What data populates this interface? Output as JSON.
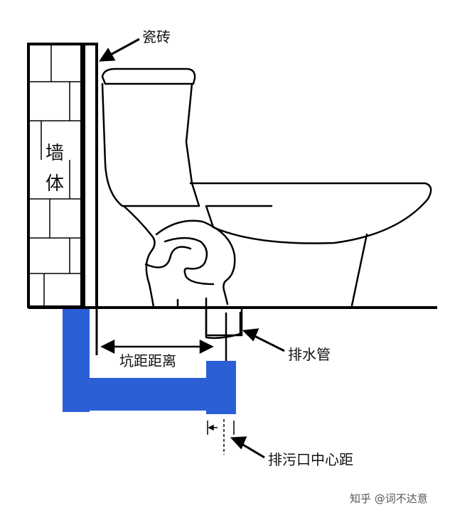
{
  "labels": {
    "tile": "瓷砖",
    "wall_line1": "墙",
    "wall_line2": "体",
    "pit_distance": "坑距距离",
    "drain_pipe": "排水管",
    "drain_center_distance": "排污口中心距",
    "watermark": "知乎 @词不达意"
  },
  "colors": {
    "pipe": "#2a5fd6",
    "line": "#000000",
    "background": "#ffffff"
  }
}
